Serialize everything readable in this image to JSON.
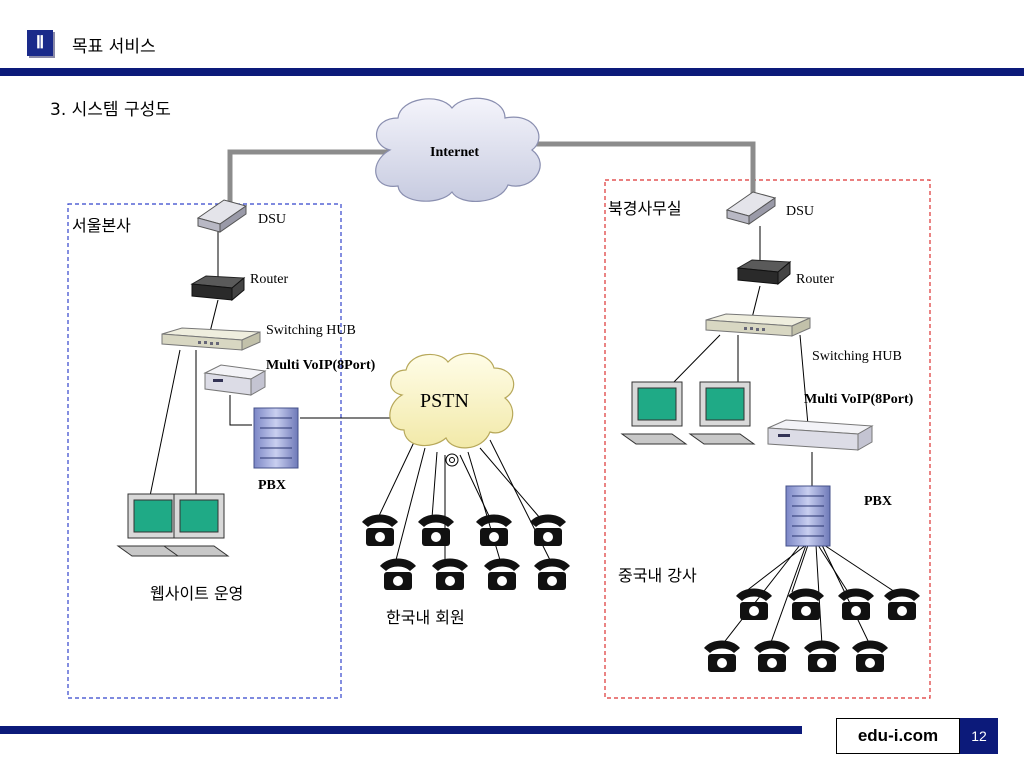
{
  "header": {
    "badge": "Ⅱ",
    "title": "목표 서비스"
  },
  "section_title": "3. 시스템 구성도",
  "diagram": {
    "cloud_internet": "Internet",
    "cloud_pstn": "PSTN",
    "left_site": {
      "title": "서울본사",
      "dsu": "DSU",
      "router": "Router",
      "switch": "Switching HUB",
      "voip": "Multi VoIP(8Port)",
      "pbx": "PBX",
      "pc_caption": "웹사이트 운영"
    },
    "right_site": {
      "title": "북경사무실",
      "dsu": "DSU",
      "router": "Router",
      "switch": "Switching HUB",
      "voip": "Multi VoIP(8Port)",
      "pbx": "PBX",
      "phones_caption": "중국내 강사"
    },
    "korea_phones_caption": "한국내 회원"
  },
  "footer": {
    "brand": "edu-i.com",
    "page_number": "12"
  },
  "colors": {
    "navy": "#0c1a7a",
    "left_box_border": "#3344cc",
    "right_box_border": "#dd3333",
    "wan_line": "#8c8c8c"
  },
  "icons": [
    "cloud-icon",
    "dsu-icon",
    "router-icon",
    "switch-hub-icon",
    "voip-gateway-icon",
    "pbx-icon",
    "pc-icon",
    "telephone-icon"
  ]
}
